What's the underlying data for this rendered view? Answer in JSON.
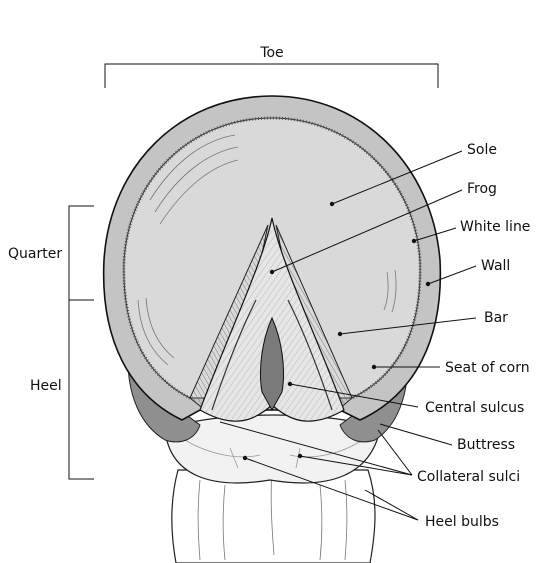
{
  "diagram": {
    "labels": {
      "toe": "Toe",
      "quarter": "Quarter",
      "heel": "Heel",
      "sole": "Sole",
      "frog": "Frog",
      "white_line": "White line",
      "wall": "Wall",
      "bar": "Bar",
      "seat_of_corn": "Seat of corn",
      "central_sulcus": "Central sulcus",
      "buttress": "Buttress",
      "collateral_sulci": "Collateral sulci",
      "heel_bulbs": "Heel bulbs"
    },
    "colors": {
      "sole": "#d9d9d9",
      "wall": "#c4c4c4",
      "buttress": "#8f8f8f",
      "frog": "#e6e6e6",
      "bulbs": "#f2f2f2",
      "ink": "#111111"
    }
  }
}
